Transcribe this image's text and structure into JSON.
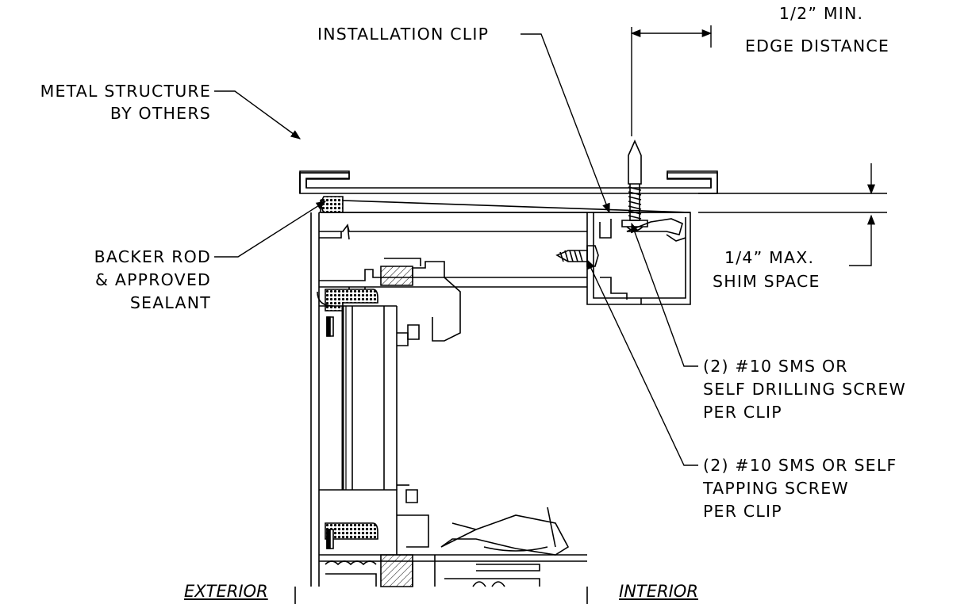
{
  "labels": {
    "installation_clip": "INSTALLATION CLIP",
    "edge_distance_1": "1/2” MIN.",
    "edge_distance_2": "EDGE DISTANCE",
    "metal_structure_1": "METAL STRUCTURE",
    "metal_structure_2": "BY OTHERS",
    "backer_rod_1": "BACKER ROD",
    "backer_rod_2": "& APPROVED",
    "backer_rod_3": "SEALANT",
    "shim_1": "1/4” MAX.",
    "shim_2": "SHIM SPACE",
    "drill_screw_1": "(2) #10 SMS OR",
    "drill_screw_2": "SELF DRILLING SCREW",
    "drill_screw_3": "PER CLIP",
    "tap_screw_1": "(2) #10 SMS OR SELF",
    "tap_screw_2": "TAPPING SCREW",
    "tap_screw_3": "PER CLIP",
    "exterior": "EXTERIOR",
    "interior": "INTERIOR"
  }
}
